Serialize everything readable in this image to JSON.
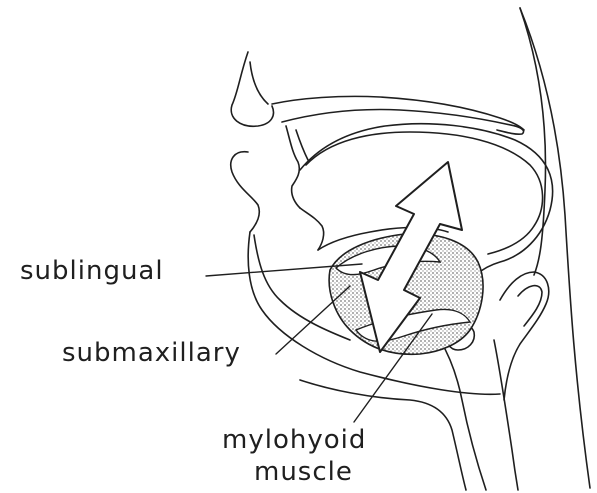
{
  "labels": {
    "sublingual": "sublingual",
    "submaxillary": "submaxillary",
    "mylohyoid_line1": "mylohyoid",
    "mylohyoid_line2": "muscle"
  },
  "colors": {
    "ink": "#1f1f1f",
    "gland_shading": "#9a9a9a",
    "background": "#ffffff"
  },
  "icons": {
    "arrow": "double-headed-arrow"
  }
}
